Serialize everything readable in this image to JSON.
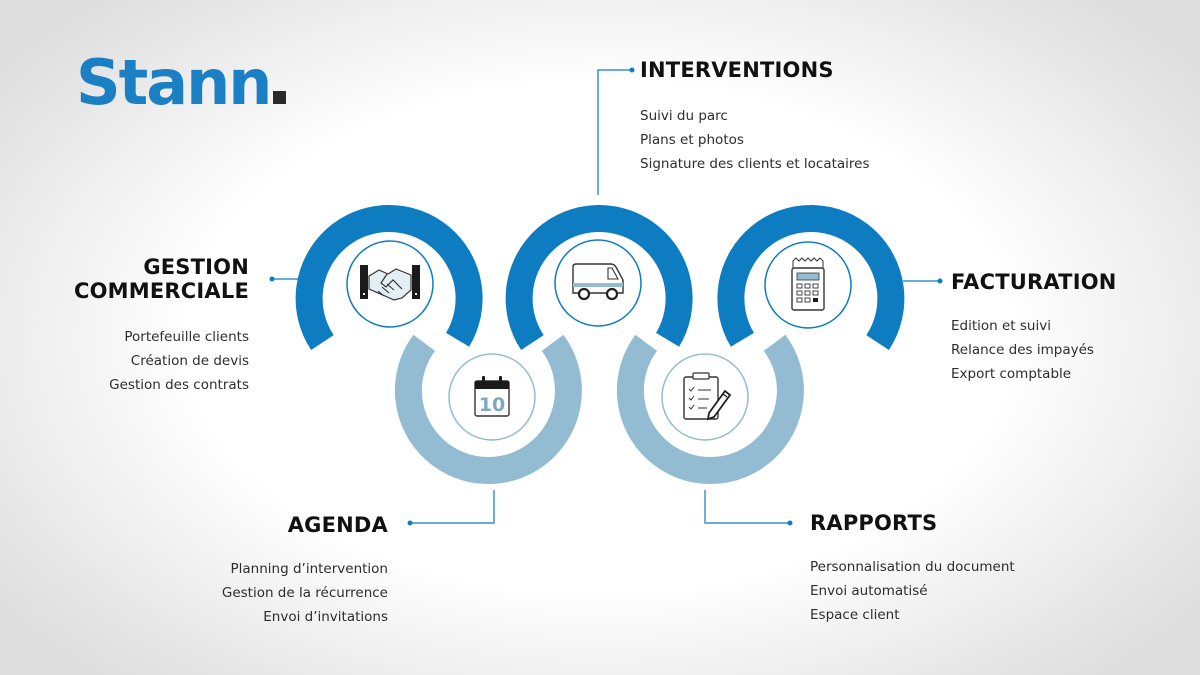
{
  "brand": {
    "name": "Stann"
  },
  "colors": {
    "dark_blue": "#0e7cc0",
    "light_blue": "#93bcd2",
    "text": "#111111",
    "square": "#2a2a2a"
  },
  "modules": [
    {
      "id": "gestion",
      "title_lines": [
        "GESTION",
        "COMMERCIALE"
      ],
      "icon": "handshake-icon",
      "items": [
        "Portefeuille clients",
        "Création de devis",
        "Gestion des contrats"
      ]
    },
    {
      "id": "interventions",
      "title_lines": [
        "INTERVENTIONS"
      ],
      "icon": "van-icon",
      "items": [
        "Suivi du parc",
        "Plans et photos",
        "Signature des clients et locataires"
      ]
    },
    {
      "id": "facturation",
      "title_lines": [
        "FACTURATION"
      ],
      "icon": "calculator-icon",
      "items": [
        "Edition et suivi",
        "Relance des impayés",
        "Export comptable"
      ]
    },
    {
      "id": "agenda",
      "title_lines": [
        "AGENDA"
      ],
      "icon": "calendar-icon",
      "icon_text": "10",
      "items": [
        "Planning d’intervention",
        "Gestion de la récurrence",
        "Envoi d’invitations"
      ]
    },
    {
      "id": "rapports",
      "title_lines": [
        "RAPPORTS"
      ],
      "icon": "clipboard-icon",
      "items": [
        "Personnalisation du document",
        "Envoi automatisé",
        "Espace client"
      ]
    }
  ]
}
